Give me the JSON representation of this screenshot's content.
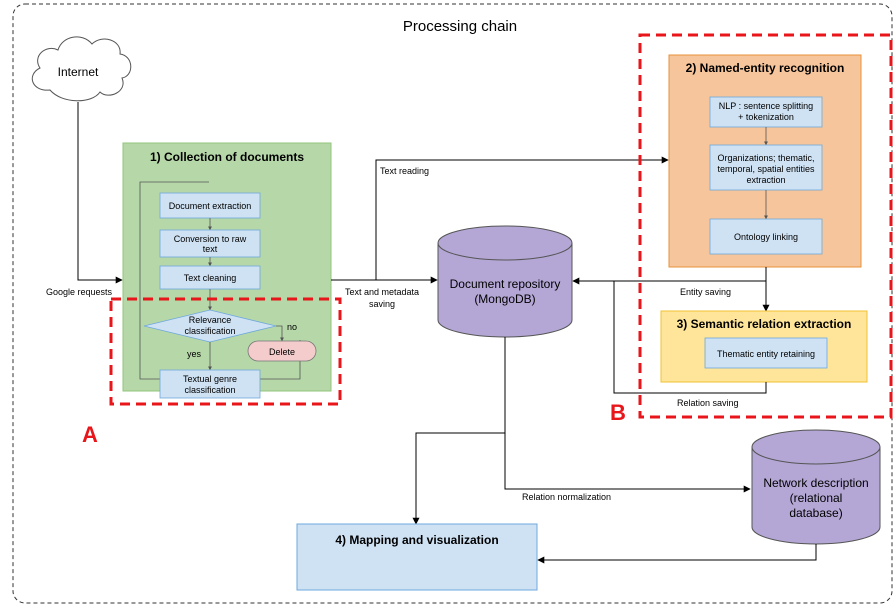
{
  "title": "Processing chain",
  "cloud": "Internet",
  "edge_labels": {
    "google": "Google requests",
    "text_reading": "Text reading",
    "saving_1": "Text and metadata",
    "saving_2": "saving",
    "entity_saving": "Entity saving",
    "relation_saving": "Relation saving",
    "relation_norm": "Relation normalization"
  },
  "collection": {
    "title": "1) Collection of documents",
    "steps": [
      "Document extraction",
      "Conversion to raw",
      "text",
      "Text cleaning"
    ],
    "decision_1": "Relevance",
    "decision_2": "classification",
    "no": "no",
    "yes": "yes",
    "delete": "Delete",
    "genre_1": "Textual genre",
    "genre_2": "classification"
  },
  "ner": {
    "title": "2) Named-entity recognition",
    "nlp_1": "NLP : sentence splitting",
    "nlp_2": "+ tokenization",
    "org_1": "Organizations; thematic,",
    "org_2": "temporal, spatial entities",
    "org_3": "extraction",
    "onto": "Ontology linking"
  },
  "semantic": {
    "title": "3) Semantic relation extraction",
    "step": "Thematic entity retaining"
  },
  "repo": {
    "line1": "Document repository",
    "line2": "(MongoDB)"
  },
  "network": {
    "line1": "Network description",
    "line2": "(relational",
    "line3": "database)"
  },
  "mapping": {
    "title": "4) Mapping and visualization"
  },
  "markers": {
    "a": "A",
    "b": "B"
  },
  "colors": {
    "collection_fill": "#b6d7a8",
    "collection_border": "#93c47d",
    "ner_fill": "#f6c59b",
    "ner_border": "#e69138",
    "semantic_fill": "#ffe59a",
    "semantic_border": "#f1c232",
    "step_fill": "#cfe2f3",
    "step_border": "#6fa8dc",
    "db_fill": "#b4a7d6",
    "delete_fill": "#f4cccc",
    "mapping_fill": "#cfe2f3",
    "dashed_red": "#e8161a"
  }
}
